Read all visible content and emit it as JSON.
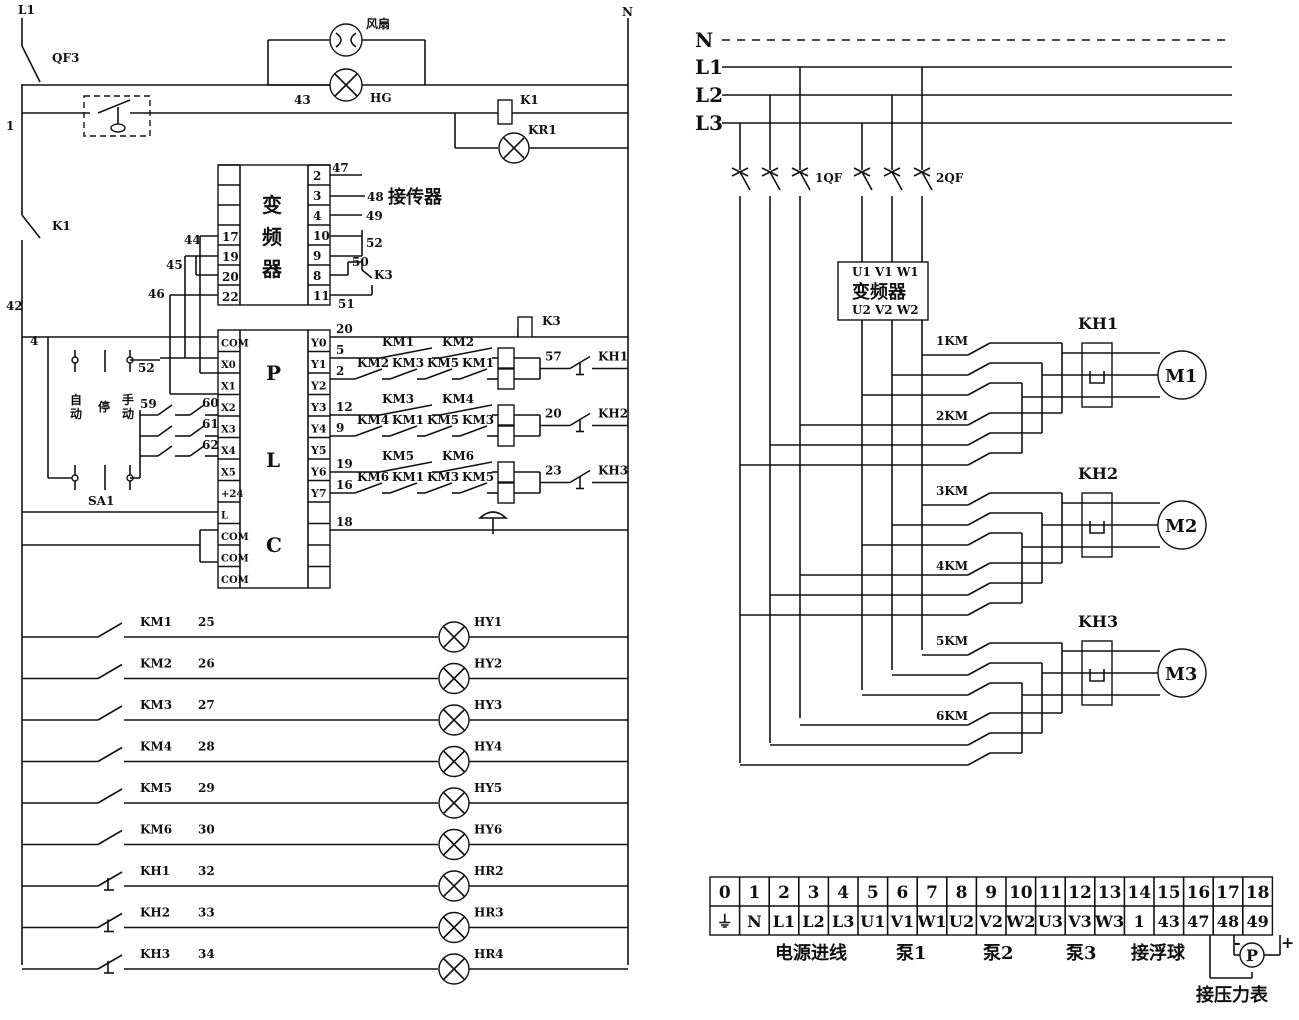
{
  "left": {
    "rails": {
      "l1": "L1",
      "n": "N",
      "qf3": "QF3",
      "node1": "1",
      "node42": "42",
      "node43": "43",
      "node4": "4",
      "k1": "K1"
    },
    "top": {
      "fan": "风扇",
      "hg": "HG",
      "k1_coil": "K1",
      "kr1": "KR1"
    },
    "vfd": {
      "title": "变频器",
      "left_terms": [
        "17",
        "19",
        "20",
        "22"
      ],
      "left_wires": [
        "44",
        "45",
        "46"
      ],
      "right_terms": [
        "2",
        "3",
        "4",
        "10",
        "9",
        "8",
        "11"
      ],
      "right_wires": {
        "w47": "47",
        "w48": "48",
        "w49": "49",
        "w52": "52",
        "w50": "50",
        "w51": "51",
        "k3": "K3"
      },
      "sensor_label": "接传器"
    },
    "plc": {
      "letters": [
        "P",
        "L",
        "C"
      ],
      "left_terms": [
        "COM",
        "X0",
        "X1",
        "X2",
        "X3",
        "X4",
        "X5",
        "+24",
        "L",
        "COM",
        "COM",
        "COM"
      ],
      "right_terms": [
        "Y0",
        "Y1",
        "Y2",
        "Y3",
        "Y4",
        "Y5",
        "Y6",
        "Y7"
      ],
      "sa1": {
        "auto": "自动",
        "stop": "停",
        "manual": "手动",
        "name": "SA1",
        "w52": "52",
        "w59": "59",
        "w60": "60",
        "w61": "61",
        "w62": "62"
      },
      "outputs": [
        {
          "wire": "20",
          "coil": "K3"
        },
        {
          "wire": "5",
          "chain": [
            "KM1",
            "KM2"
          ]
        },
        {
          "wire": "2",
          "chain": [
            "KM2",
            "KM3",
            "KM5",
            "KM1"
          ]
        },
        {
          "wire": "12",
          "chain": [
            "KM3",
            "KM4"
          ]
        },
        {
          "wire": "9",
          "chain": [
            "KM4",
            "KM1",
            "KM5",
            "KM3"
          ]
        },
        {
          "wire": "19",
          "chain": [
            "KM5",
            "KM6"
          ]
        },
        {
          "wire": "16",
          "chain": [
            "KM6",
            "KM1",
            "KM3",
            "KM5"
          ]
        },
        {
          "wire": "18"
        }
      ],
      "kh": [
        {
          "wire": "57",
          "name": "KH1"
        },
        {
          "wire": "20",
          "name": "KH2"
        },
        {
          "wire": "23",
          "name": "KH3"
        }
      ]
    },
    "indicators": [
      {
        "contact": "KM1",
        "wire": "25",
        "lamp": "HY1"
      },
      {
        "contact": "KM2",
        "wire": "26",
        "lamp": "HY2"
      },
      {
        "contact": "KM3",
        "wire": "27",
        "lamp": "HY3"
      },
      {
        "contact": "KM4",
        "wire": "28",
        "lamp": "HY4"
      },
      {
        "contact": "KM5",
        "wire": "29",
        "lamp": "HY5"
      },
      {
        "contact": "KM6",
        "wire": "30",
        "lamp": "HY6"
      },
      {
        "contact": "KH1",
        "wire": "32",
        "lamp": "HR2"
      },
      {
        "contact": "KH2",
        "wire": "33",
        "lamp": "HR3"
      },
      {
        "contact": "KH3",
        "wire": "34",
        "lamp": "HR4"
      }
    ]
  },
  "right": {
    "buses": [
      "N",
      "L1",
      "L2",
      "L3"
    ],
    "breakers": [
      "1QF",
      "2QF"
    ],
    "vfd": {
      "top": "U1 V1 W1",
      "title": "变频器",
      "bottom": "U2 V2 W2"
    },
    "contactors": [
      "1KM",
      "2KM",
      "3KM",
      "4KM",
      "5KM",
      "6KM"
    ],
    "relays": [
      "KH1",
      "KH2",
      "KH3"
    ],
    "motors": [
      "M1",
      "M2",
      "M3"
    ]
  },
  "terminal": {
    "numbers": [
      "0",
      "1",
      "2",
      "3",
      "4",
      "5",
      "6",
      "7",
      "8",
      "9",
      "10",
      "11",
      "12",
      "13",
      "14",
      "15",
      "16",
      "17",
      "18"
    ],
    "labels": [
      "⏚",
      "N",
      "L1",
      "L2",
      "L3",
      "U1",
      "V1",
      "W1",
      "U2",
      "V2",
      "W2",
      "U3",
      "V3",
      "W3",
      "1",
      "43",
      "47",
      "48",
      "49"
    ],
    "groups": {
      "power": "电源进线",
      "pump1": "泵1",
      "pump2": "泵2",
      "pump3": "泵3",
      "float": "接浮球",
      "gauge": "接压力表"
    },
    "gauge": {
      "symbol": "P",
      "minus": "-",
      "plus": "+"
    }
  }
}
